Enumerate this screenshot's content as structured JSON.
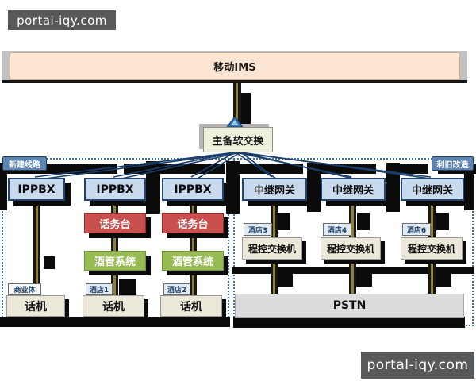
{
  "watermarks": {
    "top": "portal-iqy.com",
    "bottom": "portal-iqy.com"
  },
  "colors": {
    "watermark_bg": "#58595b",
    "ims_fill": "#fce5d2",
    "softswitch_fill": "#eef2dc",
    "node_blue": "#c9daee",
    "node_red": "#c9504e",
    "node_green": "#98bb56",
    "node_cream": "#ece9da",
    "pstn_gray": "#dcdcdc",
    "tag_blue": "#5e85b2",
    "line_navy": "#1b3f6b"
  },
  "diagram": {
    "ims_label": "移动IMS",
    "softswitch_label": "主备软交换",
    "tags": {
      "left": "新建线路",
      "right": "利旧改造"
    },
    "nodes": {
      "ippbx1": "IPPBX",
      "ippbx2": "IPPBX",
      "ippbx3": "IPPBX",
      "gateway1": "中继网关",
      "gateway2": "中继网关",
      "gateway3": "中继网关",
      "console1": "话务台",
      "console2": "话务台",
      "hms1": "酒管系统",
      "hms2": "酒管系统",
      "phone1": "话机",
      "phone2": "话机",
      "phone3": "话机",
      "pbx1": "程控交换机",
      "pbx2": "程控交换机",
      "pbx3": "程控交换机",
      "pstn": "PSTN"
    },
    "badges": {
      "biz": "商业体",
      "hotel1": "酒店1",
      "hotel2": "酒店2",
      "hotel3": "酒店3",
      "hotel4": "酒店4",
      "hotel6": "酒店6"
    }
  }
}
